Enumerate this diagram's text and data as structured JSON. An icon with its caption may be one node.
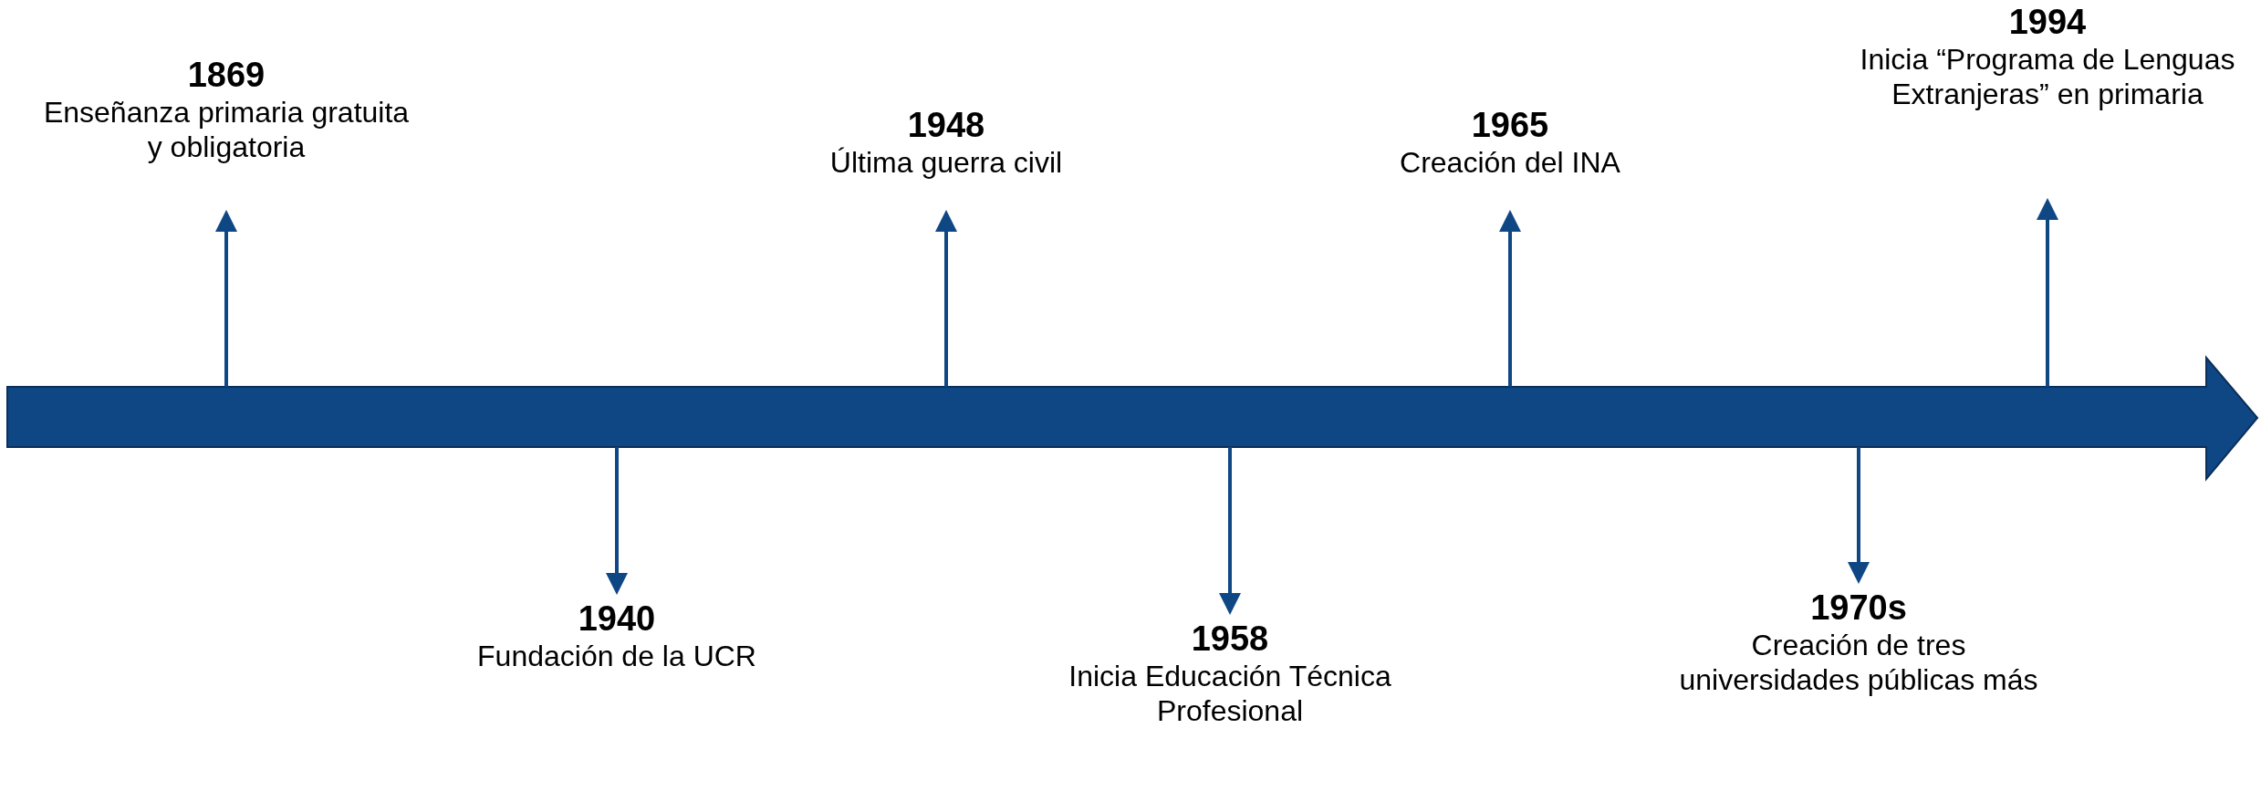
{
  "diagram": {
    "nodes": [
      {
        "text": [],
        "shape": "arrow"
      },
      {
        "text": [
          "1869",
          "Enseñanza primaria gratuita y obligatoria"
        ]
      },
      {
        "text": [
          "1940",
          "Fundación de la UCR"
        ]
      },
      {
        "text": [
          "1948",
          "Última guerra civil"
        ]
      },
      {
        "text": [
          "1958",
          "Inicia Educación Técnica Profesional"
        ]
      },
      {
        "text": [
          "1965",
          "Creación del INA"
        ]
      },
      {
        "text": [
          "1970s",
          "Creación de tres universidades públicas más"
        ]
      },
      {
        "text": [
          "1994",
          "Inicia “Programa de Lenguas Extranjeras” en primaria"
        ]
      }
    ],
    "edges": [
      {
        "from": 0,
        "to": 1,
        "arrow": "to"
      },
      {
        "from": 0,
        "to": 2,
        "arrow": "to"
      },
      {
        "from": 0,
        "to": 3,
        "arrow": "to"
      },
      {
        "from": 0,
        "to": 4,
        "arrow": "to"
      },
      {
        "from": 0,
        "to": 5,
        "arrow": "to"
      },
      {
        "from": 0,
        "to": 6,
        "arrow": "to"
      },
      {
        "from": 0,
        "to": 7,
        "arrow": "to"
      }
    ]
  }
}
